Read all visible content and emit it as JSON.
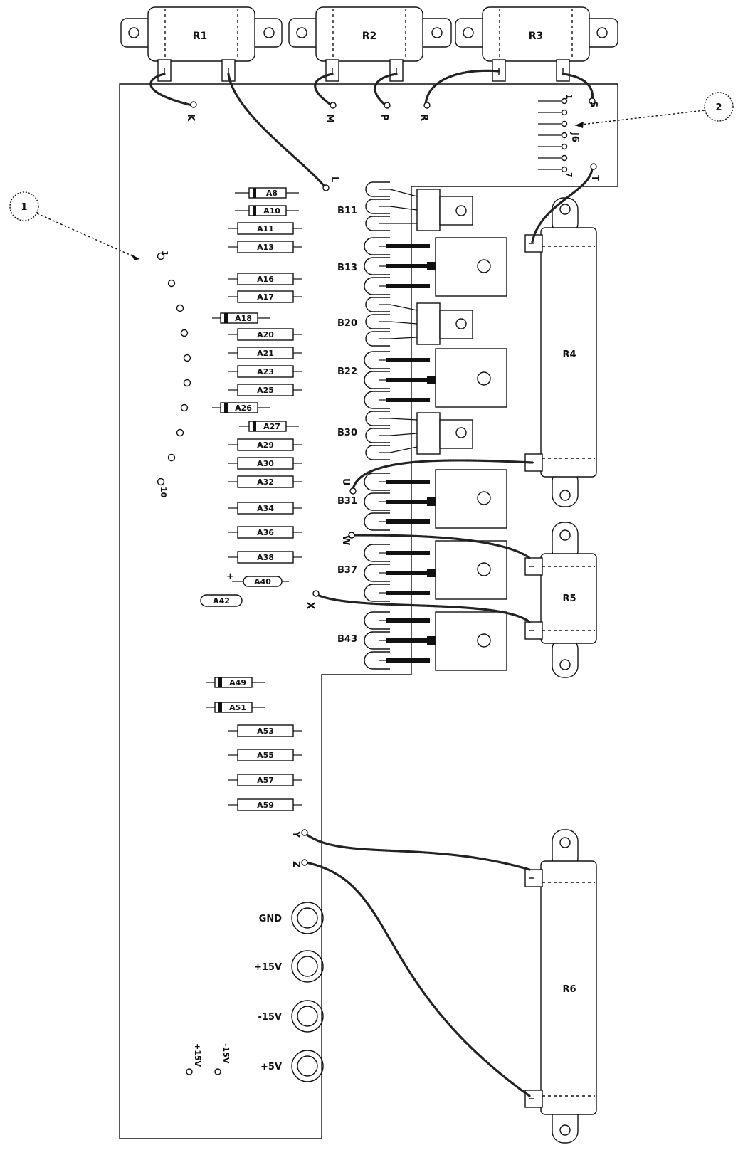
{
  "board": {
    "name": "circuit-board"
  },
  "callouts": [
    {
      "id": "callout-1",
      "text": "1"
    },
    {
      "id": "callout-2",
      "text": "2"
    }
  ],
  "top_resistors": [
    "R1",
    "R2",
    "R3"
  ],
  "side_resistors": [
    "R4",
    "R5",
    "R6"
  ],
  "wire_points": [
    "K",
    "L",
    "M",
    "P",
    "R",
    "S",
    "T",
    "U",
    "W",
    "X",
    "Y",
    "Z"
  ],
  "connector": {
    "label": "J6",
    "pin_first": "1",
    "pin_last": "7"
  },
  "test_point_labels": {
    "first": "1",
    "last": "10"
  },
  "components": {
    "diodes": [
      "A8",
      "A10",
      "A18",
      "A26",
      "A27",
      "A49",
      "A51"
    ],
    "resistors": [
      "A11",
      "A13",
      "A16",
      "A17",
      "A20",
      "A21",
      "A23",
      "A25",
      "A29",
      "A30",
      "A32",
      "A34",
      "A36",
      "A38",
      "A53",
      "A55",
      "A57",
      "A59"
    ],
    "capacitor": {
      "label": "A40",
      "polarity": "+"
    },
    "crystal": "A42"
  },
  "transistors": [
    "B11",
    "B13",
    "B20",
    "B22",
    "B30",
    "B31",
    "B37",
    "B43"
  ],
  "power_terminals": [
    "GND",
    "+15V",
    "-15V",
    "+5V"
  ],
  "power_test_points": [
    "+15V",
    "-15V"
  ]
}
